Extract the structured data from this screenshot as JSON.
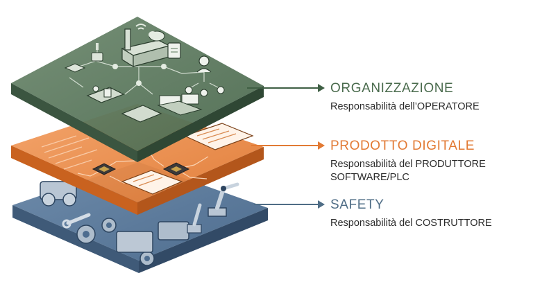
{
  "layers": {
    "organization": {
      "title": "ORGANIZZAZIONE",
      "subtitle": "Responsabilità dell’OPERATORE",
      "color": "#4a6b4d",
      "icons": [
        "wifi-icon",
        "cloud-icon",
        "factory-icon",
        "document-icon",
        "router-icon",
        "network-node-icon",
        "org-chart-icon",
        "operator-desk-icon",
        "control-room-icon"
      ]
    },
    "digital_product": {
      "title": "PRODOTTO DIGITALE",
      "subtitle_line1": "Responsabilità del PRODUTTORE",
      "subtitle_line2": "SOFTWARE/PLC",
      "color": "#e27a34",
      "icons": [
        "chip-icon",
        "code-window-icon",
        "circuit-trace-icon"
      ]
    },
    "safety": {
      "title": "SAFETY",
      "subtitle": "Responsabilità del COSTRUTTORE",
      "color": "#4f6d86",
      "icons": [
        "gear-icon",
        "wrench-icon",
        "robot-arm-icon",
        "machine-icon"
      ]
    }
  }
}
